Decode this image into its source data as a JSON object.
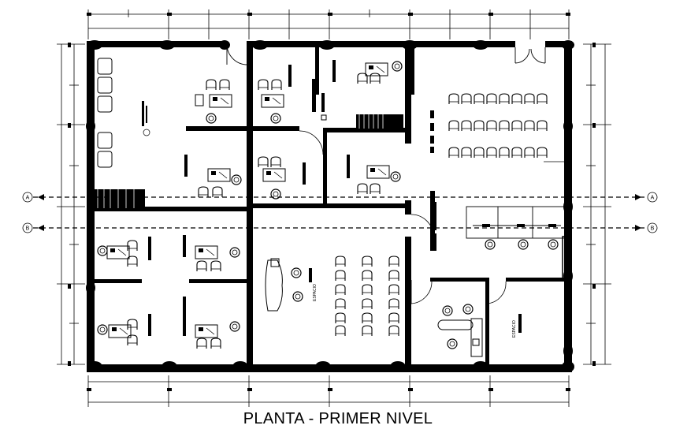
{
  "drawing": {
    "title": "PLANTA - PRIMER NIVEL",
    "axes": [
      "A",
      "B"
    ],
    "room_labels": [
      "ESPACIO",
      "ESPACIO"
    ]
  }
}
